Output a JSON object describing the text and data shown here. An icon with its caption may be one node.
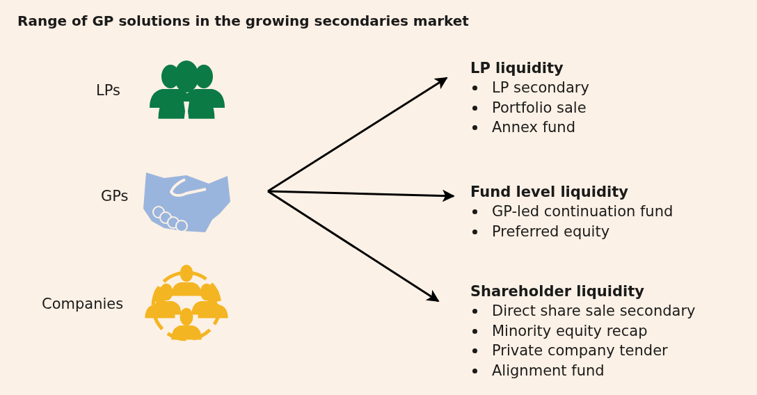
{
  "diagram": {
    "title": "Range of GP solutions in the growing secondaries market",
    "nodes": [
      {
        "text": [
          "LP liquidity",
          "LP secondary",
          "Portfolio sale",
          "Annex fund"
        ]
      },
      {
        "text": [
          "Fund level liquidity",
          "GP-led continuation fund",
          "Preferred equity"
        ]
      },
      {
        "text": [
          "Shareholder liquidity",
          "Direct share sale secondary",
          "Minority equity recap",
          "Private company tender",
          "Alignment fund"
        ]
      }
    ],
    "edges": [
      {
        "from": null,
        "to": 0,
        "arrow": "to"
      },
      {
        "from": null,
        "to": 1,
        "arrow": "to"
      },
      {
        "from": null,
        "to": 2,
        "arrow": "to"
      }
    ],
    "labels": [
      "LPs",
      "GPs",
      "Companies"
    ]
  }
}
